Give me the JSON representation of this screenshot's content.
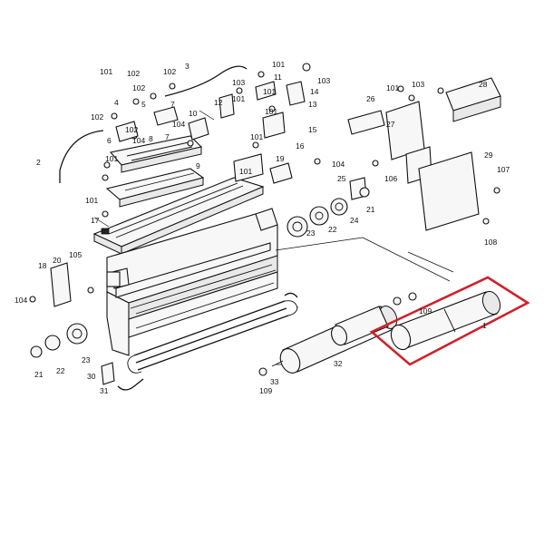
{
  "labels": [
    {
      "id": "l1",
      "text": "101"
    },
    {
      "id": "l2",
      "text": "102"
    },
    {
      "id": "l3",
      "text": "3"
    },
    {
      "id": "l4",
      "text": "101"
    },
    {
      "id": "l5",
      "text": "11"
    },
    {
      "id": "l6",
      "text": "103"
    },
    {
      "id": "l7",
      "text": "102"
    },
    {
      "id": "l8",
      "text": "102"
    },
    {
      "id": "l9",
      "text": "14"
    },
    {
      "id": "l10",
      "text": "13"
    },
    {
      "id": "l11",
      "text": "101"
    },
    {
      "id": "l12",
      "text": "4"
    },
    {
      "id": "l13",
      "text": "5"
    },
    {
      "id": "l14",
      "text": "7"
    },
    {
      "id": "l15",
      "text": "102"
    },
    {
      "id": "l16",
      "text": "104"
    },
    {
      "id": "l17",
      "text": "10"
    },
    {
      "id": "l18",
      "text": "12"
    },
    {
      "id": "l19",
      "text": "103"
    },
    {
      "id": "l20",
      "text": "101"
    },
    {
      "id": "l21",
      "text": "102"
    },
    {
      "id": "l22",
      "text": "6"
    },
    {
      "id": "l23",
      "text": "7"
    },
    {
      "id": "l24",
      "text": "104"
    },
    {
      "id": "l25",
      "text": "8"
    },
    {
      "id": "l26",
      "text": "101"
    },
    {
      "id": "l27",
      "text": "15"
    },
    {
      "id": "l28",
      "text": "16"
    },
    {
      "id": "l29",
      "text": "2"
    },
    {
      "id": "l30",
      "text": "101"
    },
    {
      "id": "l31",
      "text": "9"
    },
    {
      "id": "l32",
      "text": "101"
    },
    {
      "id": "l33",
      "text": "19"
    },
    {
      "id": "l34",
      "text": "104"
    },
    {
      "id": "l35",
      "text": "101"
    },
    {
      "id": "l36",
      "text": "17"
    },
    {
      "id": "l37",
      "text": "101"
    },
    {
      "id": "l38",
      "text": "26"
    },
    {
      "id": "l39",
      "text": "101"
    },
    {
      "id": "l40",
      "text": "103"
    },
    {
      "id": "l41",
      "text": "27"
    },
    {
      "id": "l42",
      "text": "28"
    },
    {
      "id": "l43",
      "text": "29"
    },
    {
      "id": "l44",
      "text": "107"
    },
    {
      "id": "l45",
      "text": "25"
    },
    {
      "id": "l46",
      "text": "106"
    },
    {
      "id": "l47",
      "text": "21"
    },
    {
      "id": "l48",
      "text": "24"
    },
    {
      "id": "l49",
      "text": "22"
    },
    {
      "id": "l50",
      "text": "23"
    },
    {
      "id": "l51",
      "text": "108"
    },
    {
      "id": "l52",
      "text": "104"
    },
    {
      "id": "l53",
      "text": "18"
    },
    {
      "id": "l54",
      "text": "20"
    },
    {
      "id": "l55",
      "text": "105"
    },
    {
      "id": "l56",
      "text": "109"
    },
    {
      "id": "l57",
      "text": "1"
    },
    {
      "id": "l58",
      "text": "21"
    },
    {
      "id": "l59",
      "text": "22"
    },
    {
      "id": "l60",
      "text": "23"
    },
    {
      "id": "l61",
      "text": "30"
    },
    {
      "id": "l62",
      "text": "31"
    },
    {
      "id": "l63",
      "text": "32"
    },
    {
      "id": "l64",
      "text": "33"
    },
    {
      "id": "l65",
      "text": "109"
    }
  ],
  "colors": {
    "highlight": "#d0212a",
    "ink": "#111111"
  }
}
